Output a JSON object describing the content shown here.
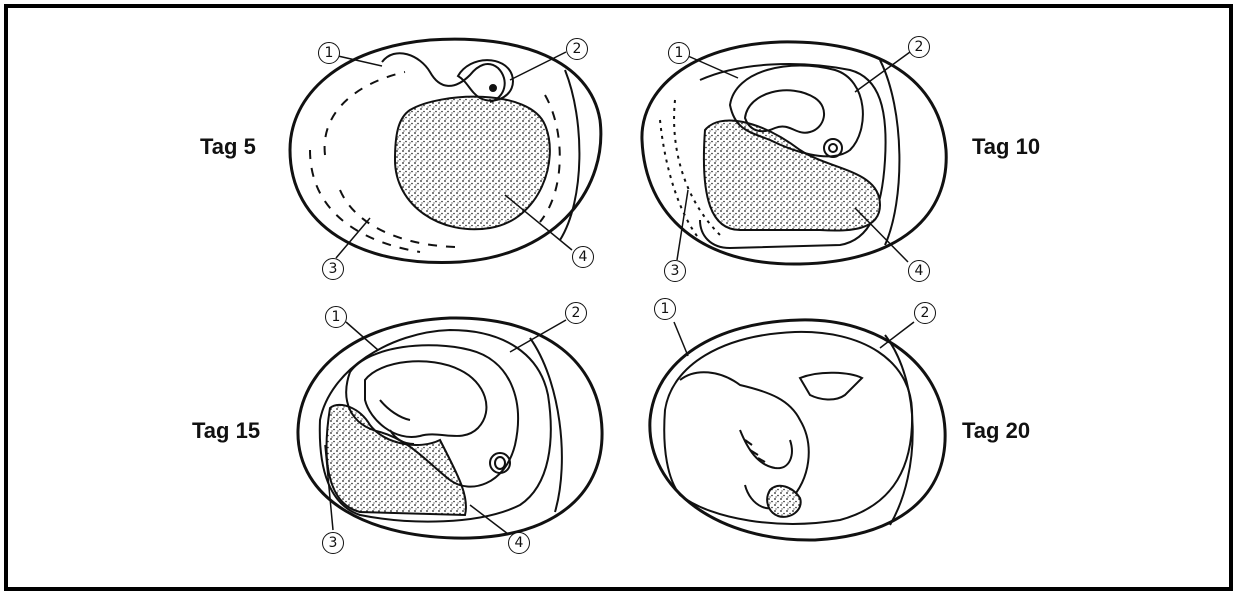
{
  "panels": [
    {
      "label": "Tag 5",
      "markers": [
        "1",
        "2",
        "3",
        "4"
      ]
    },
    {
      "label": "Tag 10",
      "markers": [
        "1",
        "2",
        "3",
        "4"
      ]
    },
    {
      "label": "Tag 15",
      "markers": [
        "1",
        "2",
        "3",
        "4"
      ]
    },
    {
      "label": "Tag 20",
      "markers": [
        "1",
        "2"
      ]
    }
  ],
  "colors": {
    "ink": "#111111",
    "stipple": "#222222",
    "frame": "#000000"
  }
}
